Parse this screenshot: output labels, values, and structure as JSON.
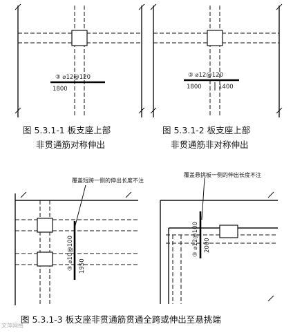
{
  "figures": [
    {
      "id": "5.3.1-1",
      "caption_line1": "图 5.3.1-1  板支座上部",
      "caption_line2": "非贯通筋对称伸出",
      "rebar_mark": "③ ⌀12@120",
      "dims": [
        "1800"
      ]
    },
    {
      "id": "5.3.1-2",
      "caption_line1": "图 5.3.1-2 板支座上部",
      "caption_line2": "非贯通筋非对称伸出",
      "rebar_mark": "③ ⌀12@120",
      "dims": [
        "1800",
        "1400"
      ]
    },
    {
      "id": "5.3.1-3",
      "caption": "图 5.3.1-3  板支座非贯通筋贯通全跨或伸出至悬挑端",
      "left_note": "覆盖短跨一侧的伸出长度不注",
      "left_rebar_mark": "③ ⌀10@100",
      "left_dim": "1950",
      "right_note": "覆盖悬挑板一侧的伸出长度不注",
      "right_rebar_mark": "③ ⌀12@100",
      "right_dim": "2000"
    }
  ],
  "watermark": "文萍网络"
}
